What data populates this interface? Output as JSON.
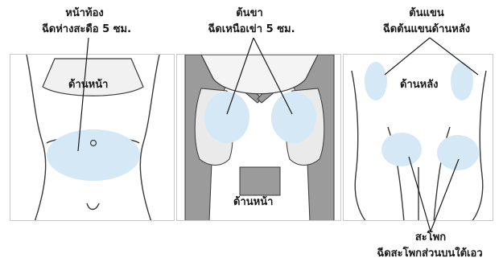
{
  "labels": {
    "abdomen_title": "หน้าท้อง",
    "abdomen_desc": "ฉีดห่างสะดือ 5 ซม.",
    "thigh_title": "ต้นขา",
    "thigh_desc": "ฉีดเหนือเข่า 5 ซม.",
    "arm_title": "ต้นแขน",
    "arm_desc": "ฉีดต้นแขนด้านหลัง",
    "buttock_title": "สะโพก",
    "buttock_desc": "ฉีดสะโพกส่วนบนใต้เอว"
  },
  "panel_labels": {
    "front_abdomen": "ด้านหน้า",
    "front_legs": "ด้านหน้า",
    "back": "ด้านหลัง"
  },
  "colors": {
    "injection_zone": "#d5e8f6",
    "outline": "#3a3a3a",
    "shading": "#9b9b9b"
  }
}
